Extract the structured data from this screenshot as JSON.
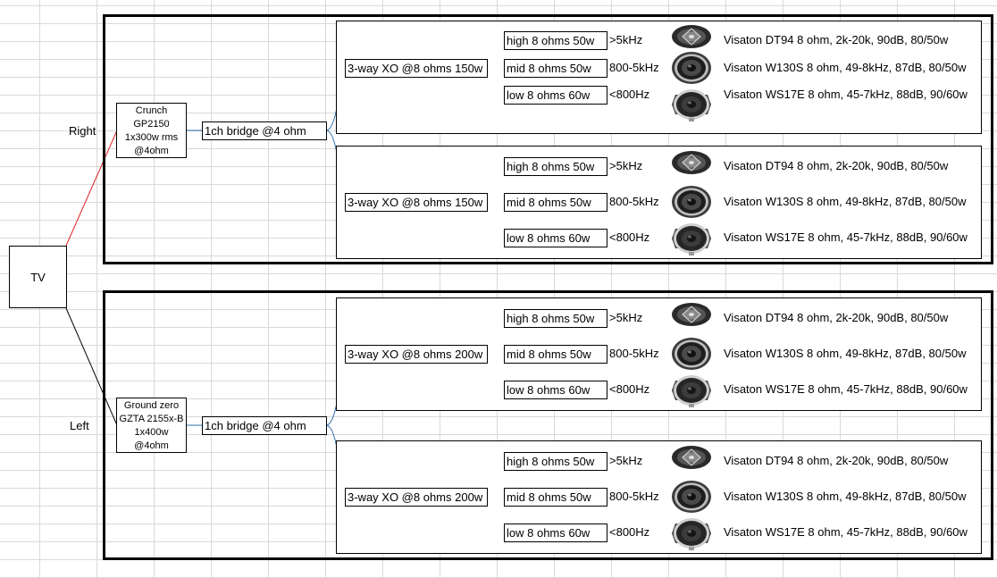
{
  "tv_label": "TV",
  "right": {
    "side_label": "Right",
    "amp_lines": [
      "Crunch",
      "GP2150",
      "1x300w rms",
      "@4ohm"
    ],
    "bridge_label": "1ch bridge @4 ohm",
    "crossovers": [
      {
        "label": "3-way XO @8 ohms 150w",
        "drivers": [
          {
            "label": "high 8 ohms 50w",
            "freq": ">5kHz",
            "icon": "tweeter-icon",
            "model": "Visaton DT94 8 ohm, 2k-20k, 90dB, 80/50w"
          },
          {
            "label": "mid 8 ohms 50w",
            "freq": "800-5kHz",
            "icon": "midrange-speaker-icon",
            "model": "Visaton W130S 8 ohm, 49-8kHz, 87dB, 80/50w"
          },
          {
            "label": "low 8 ohms 60w",
            "freq": "<800Hz",
            "icon": "woofer-icon",
            "model": "Visaton WS17E 8 ohm, 45-7kHz, 88dB, 90/60w"
          }
        ]
      },
      {
        "label": "3-way XO @8 ohms 150w",
        "drivers": [
          {
            "label": "high 8 ohms 50w",
            "freq": ">5kHz",
            "icon": "tweeter-icon",
            "model": "Visaton DT94 8 ohm, 2k-20k, 90dB, 80/50w"
          },
          {
            "label": "mid 8 ohms 50w",
            "freq": "800-5kHz",
            "icon": "midrange-speaker-icon",
            "model": "Visaton W130S 8 ohm, 49-8kHz, 87dB, 80/50w"
          },
          {
            "label": "low 8 ohms 60w",
            "freq": "<800Hz",
            "icon": "woofer-icon",
            "model": "Visaton WS17E 8 ohm, 45-7kHz, 88dB, 90/60w"
          }
        ]
      }
    ]
  },
  "left": {
    "side_label": "Left",
    "amp_lines": [
      "Ground zero",
      "GZTA 2155x-B",
      "1x400w",
      "@4ohm"
    ],
    "bridge_label": "1ch bridge @4 ohm",
    "crossovers": [
      {
        "label": "3-way XO @8 ohms 200w",
        "drivers": [
          {
            "label": "high 8 ohms 50w",
            "freq": ">5kHz",
            "icon": "tweeter-icon",
            "model": "Visaton DT94 8 ohm, 2k-20k, 90dB, 80/50w"
          },
          {
            "label": "mid 8 ohms 50w",
            "freq": "800-5kHz",
            "icon": "midrange-speaker-icon",
            "model": "Visaton W130S 8 ohm, 49-8kHz, 87dB, 80/50w"
          },
          {
            "label": "low 8 ohms 60w",
            "freq": "<800Hz",
            "icon": "woofer-icon",
            "model": "Visaton WS17E 8 ohm, 45-7kHz, 88dB, 90/60w"
          }
        ]
      },
      {
        "label": "3-way XO @8 ohms 200w",
        "drivers": [
          {
            "label": "high 8 ohms 50w",
            "freq": ">5kHz",
            "icon": "tweeter-icon",
            "model": "Visaton DT94 8 ohm, 2k-20k, 90dB, 80/50w"
          },
          {
            "label": "mid 8 ohms 50w",
            "freq": "800-5kHz",
            "icon": "midrange-speaker-icon",
            "model": "Visaton W130S 8 ohm, 49-8kHz, 87dB, 80/50w"
          },
          {
            "label": "low 8 ohms 60w",
            "freq": "<800Hz",
            "icon": "woofer-icon",
            "model": "Visaton WS17E 8 ohm, 45-7kHz, 88dB, 90/60w"
          }
        ]
      }
    ]
  },
  "colors": {
    "right_signal_line": "#e02020",
    "left_signal_line": "#000000",
    "connector_line": "#2e6da4"
  }
}
